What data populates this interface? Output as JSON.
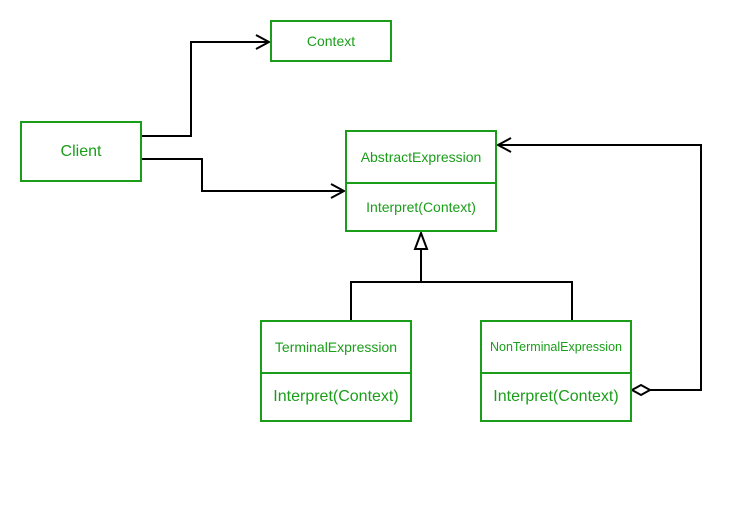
{
  "colors": {
    "class_border": "#1a9e1a",
    "class_text": "#1a9e1a",
    "connector": "#000000"
  },
  "classes": {
    "context": {
      "name": "Context"
    },
    "client": {
      "name": "Client"
    },
    "abstract_expression": {
      "name": "AbstractExpression",
      "method": "Interpret(Context)"
    },
    "terminal_expression": {
      "name": "TerminalExpression",
      "method": "Interpret(Context)"
    },
    "nonterminal_expression": {
      "name": "NonTerminalExpression",
      "method": "Interpret(Context)"
    }
  },
  "relationships": [
    {
      "from": "Client",
      "to": "Context",
      "type": "association"
    },
    {
      "from": "Client",
      "to": "AbstractExpression",
      "type": "association"
    },
    {
      "from": "TerminalExpression",
      "to": "AbstractExpression",
      "type": "generalization"
    },
    {
      "from": "NonTerminalExpression",
      "to": "AbstractExpression",
      "type": "generalization"
    },
    {
      "from": "NonTerminalExpression",
      "to": "AbstractExpression",
      "type": "aggregation"
    }
  ]
}
